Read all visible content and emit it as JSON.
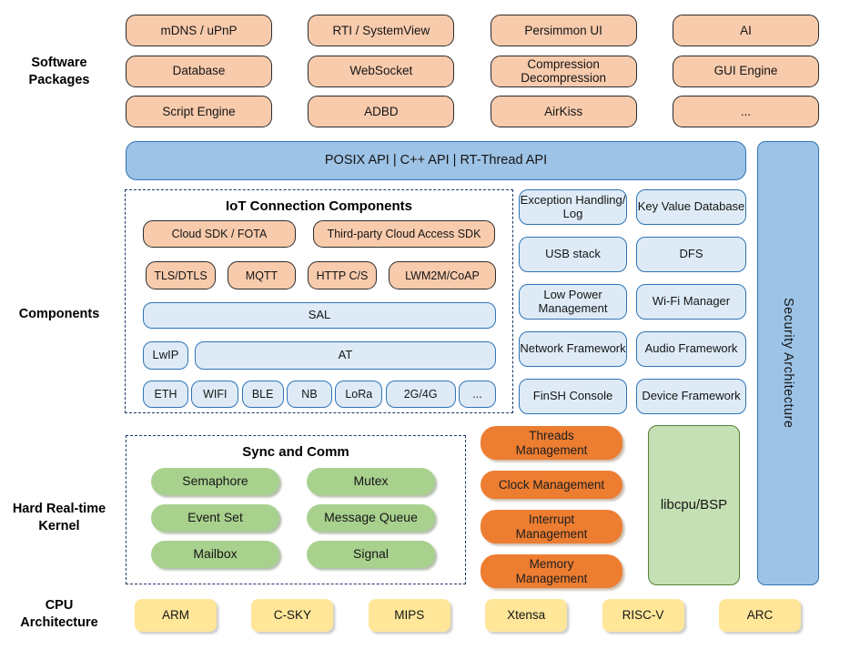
{
  "colors": {
    "peach": "#F8CBAD",
    "blue": "#9DC3E6",
    "blue_border": "#2E74B5",
    "light_blue": "#DEEBF7",
    "green": "#A9D18E",
    "orange": "#ED7D31",
    "light_green": "#C5E0B4",
    "green_border": "#538135",
    "yellow": "#FFE699",
    "dash_border": "#1F3864"
  },
  "side_labels": {
    "software": {
      "line1": "Software",
      "line2": "Packages"
    },
    "components": {
      "line1": "Components"
    },
    "kernel": {
      "line1": "Hard Real-time",
      "line2": "Kernel"
    },
    "cpu": {
      "line1": "CPU",
      "line2": "Architecture"
    }
  },
  "software_packages": {
    "items": [
      "mDNS / uPnP",
      "RTI / SystemView",
      "Persimmon UI",
      "AI",
      "Database",
      "WebSocket",
      "Compression Decompression",
      "GUI Engine",
      "Script Engine",
      "ADBD",
      "AirKiss",
      "..."
    ]
  },
  "api_banner": {
    "label": "POSIX API  |  C++ API  |  RT-Thread API"
  },
  "security_bar": {
    "label": "Security Architecture"
  },
  "iot": {
    "title": "IoT Connection Components",
    "row1": [
      "Cloud SDK / FOTA",
      "Third-party Cloud Access SDK"
    ],
    "row2": [
      "TLS/DTLS",
      "MQTT",
      "HTTP C/S",
      "LWM2M/CoAP"
    ],
    "sal": "SAL",
    "lwip": "LwIP",
    "at": "AT",
    "links": [
      "ETH",
      "WIFI",
      "BLE",
      "NB",
      "LoRa",
      "2G/4G",
      "..."
    ]
  },
  "components_right": {
    "items": [
      "Exception Handling/ Log",
      "Key Value Database",
      "USB stack",
      "DFS",
      "Low Power Management",
      "Wi-Fi Manager",
      "Network Framework",
      "Audio Framework",
      "FinSH Console",
      "Device Framework"
    ]
  },
  "kernel": {
    "sync_title": "Sync and Comm",
    "sync_items": [
      "Semaphore",
      "Mutex",
      "Event Set",
      "Message Queue",
      "Mailbox",
      "Signal"
    ],
    "mgmt_items": [
      "Threads Management",
      "Clock Management",
      "Interrupt Management",
      "Memory Management"
    ],
    "libcpu": "libcpu/BSP"
  },
  "cpu": {
    "items": [
      "ARM",
      "C-SKY",
      "MIPS",
      "Xtensa",
      "RISC-V",
      "ARC"
    ]
  }
}
